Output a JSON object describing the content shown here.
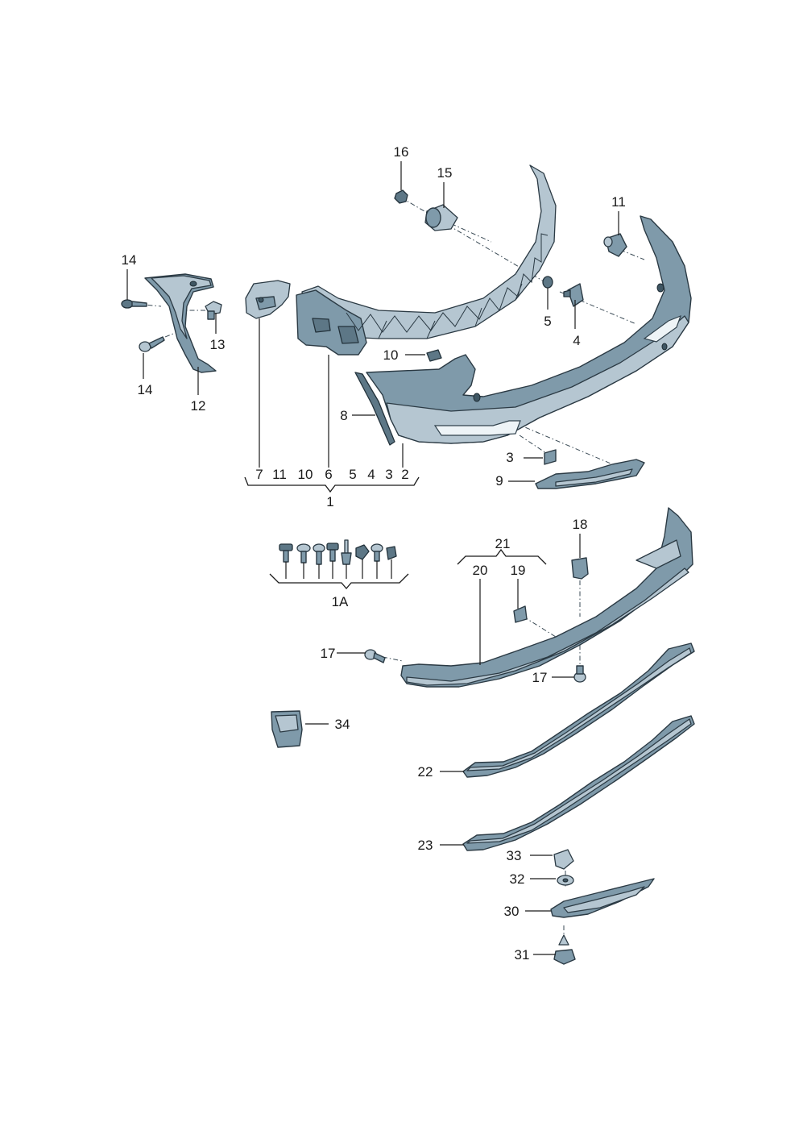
{
  "labels": {
    "l1": "1",
    "l1A": "1A",
    "l2": "2",
    "l3a": "3",
    "l3b": "3",
    "l4a": "4",
    "l4b": "4",
    "l5a": "5",
    "l5b": "5",
    "l6": "6",
    "l7": "7",
    "l8": "8",
    "l9": "9",
    "l10a": "10",
    "l10b": "10",
    "l11a": "11",
    "l11b": "11",
    "l12": "12",
    "l13": "13",
    "l14a": "14",
    "l14b": "14",
    "l15": "15",
    "l16": "16",
    "l17a": "17",
    "l17b": "17",
    "l18": "18",
    "l19": "19",
    "l20": "20",
    "l21": "21",
    "l22": "22",
    "l23": "23",
    "l30": "30",
    "l31": "31",
    "l32": "32",
    "l33": "33",
    "l34": "34"
  },
  "colors": {
    "part_fill": "#7f9aaa",
    "part_light": "#b5c6d1",
    "part_dark": "#5d7786",
    "outline": "#2b3a44",
    "text": "#1a1a1a",
    "background": "#ffffff"
  }
}
